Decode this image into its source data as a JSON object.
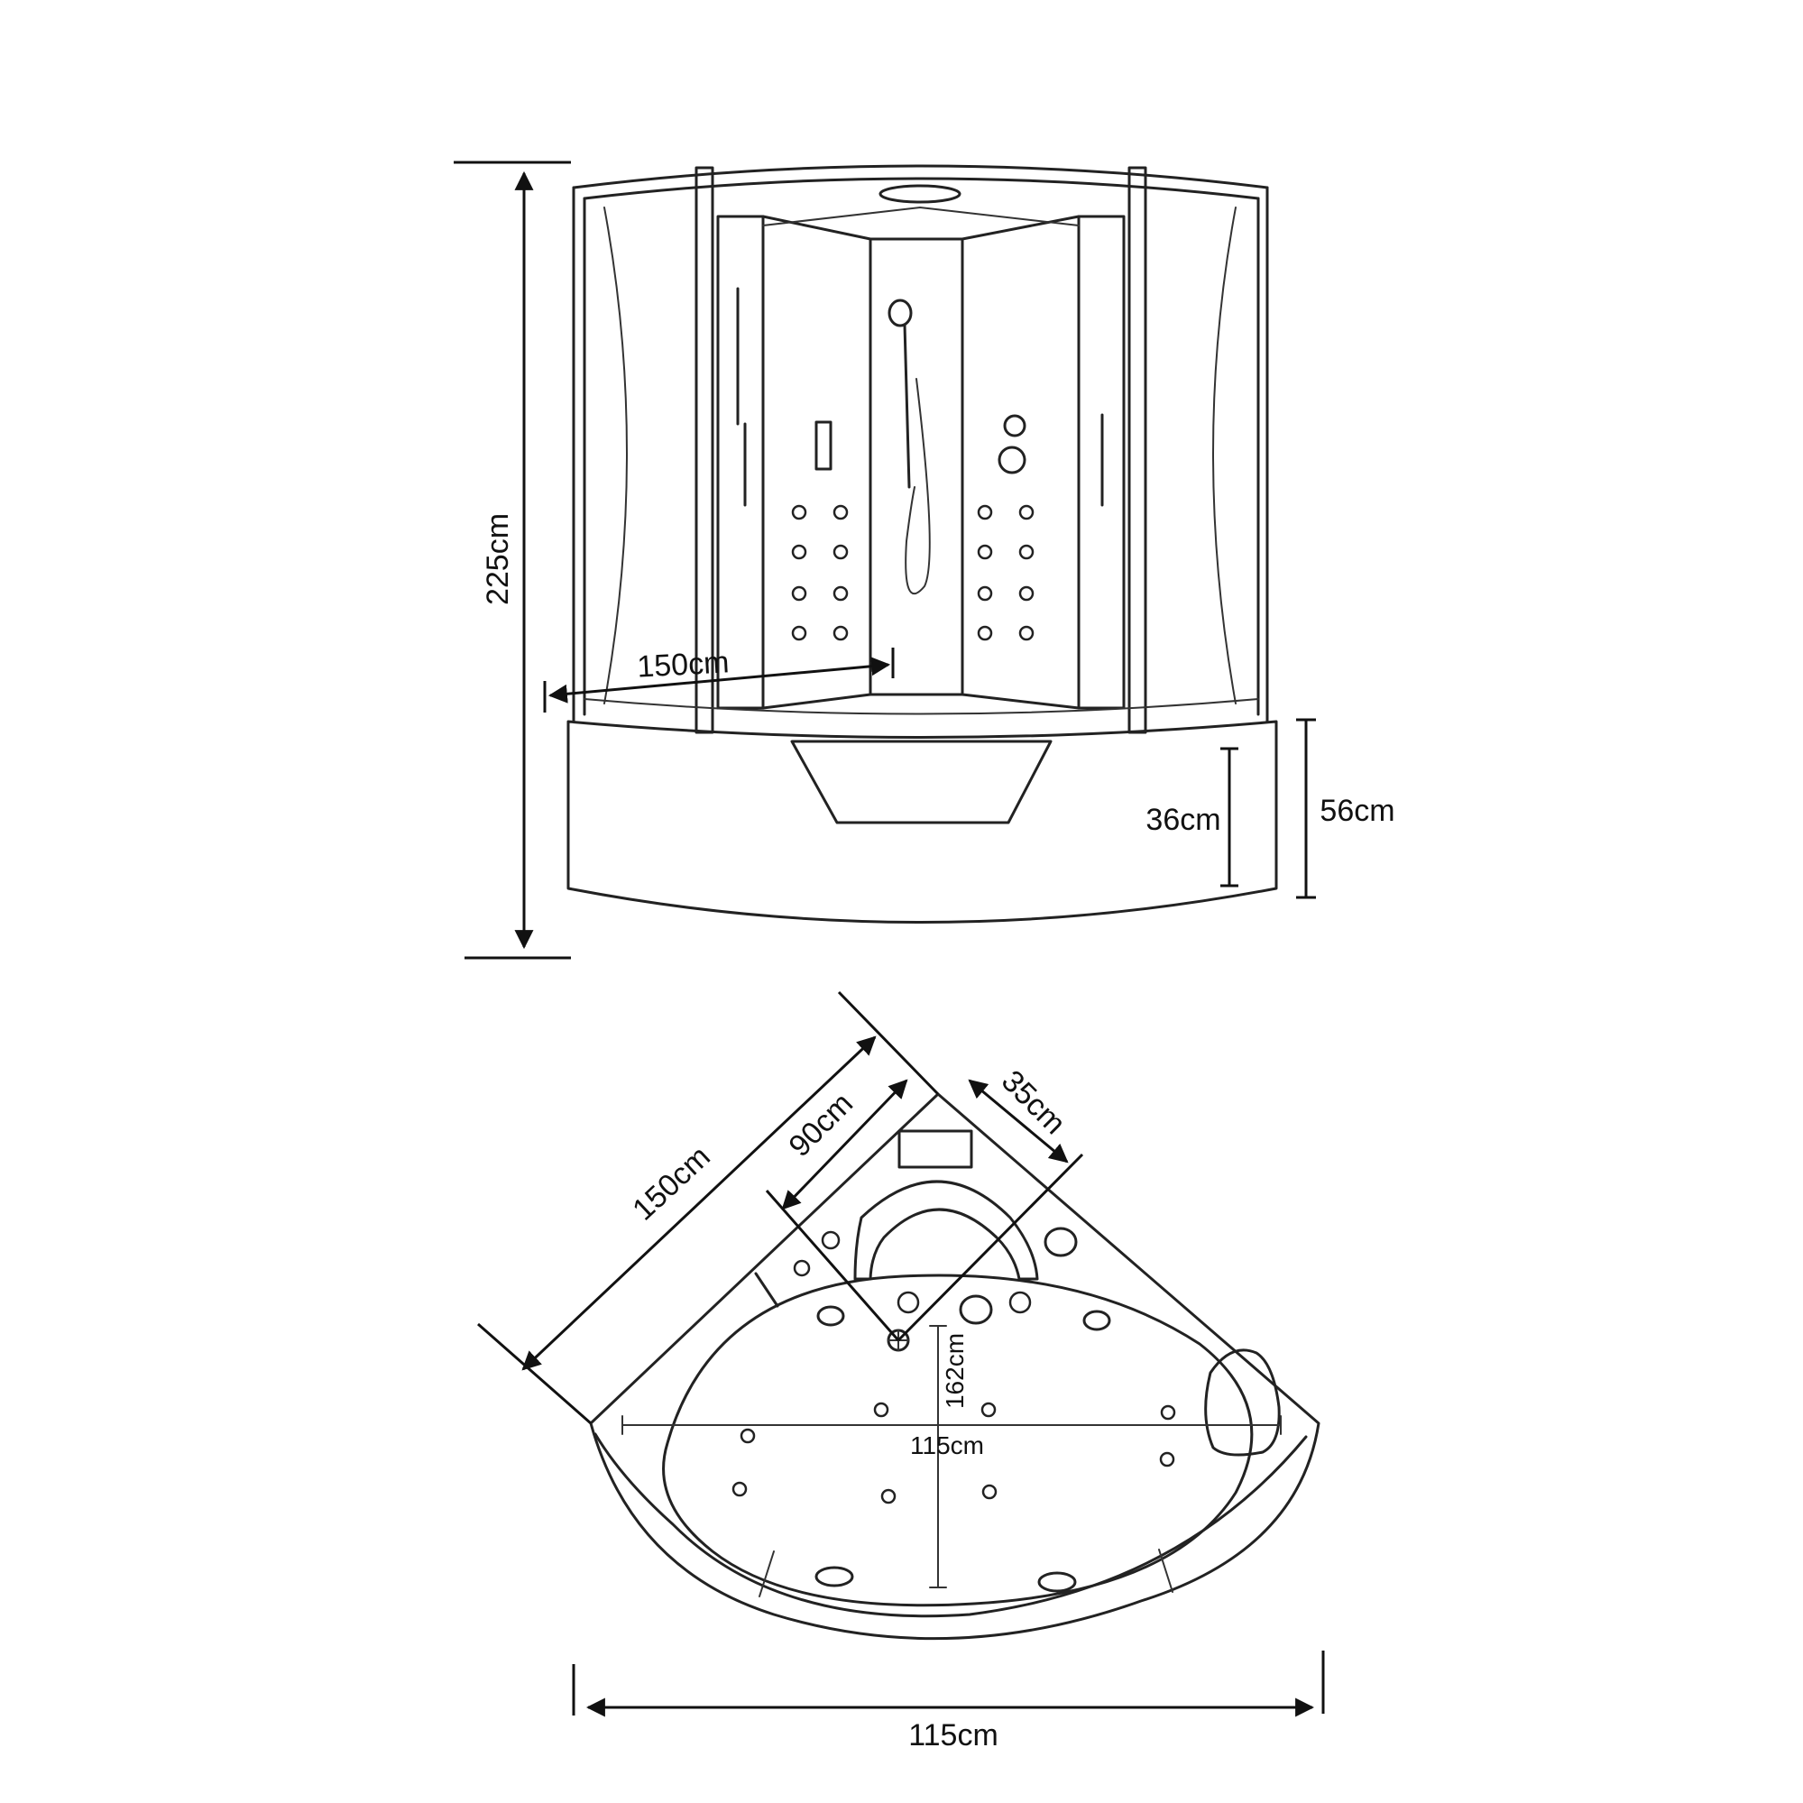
{
  "dimensions": {
    "total_height": "225cm",
    "cabin_width": "150cm",
    "base_height": "56cm",
    "panel_height": "36cm",
    "top_side_150": "150cm",
    "top_side_90": "90cm",
    "top_corner_35": "35cm",
    "tub_depth": "162cm",
    "tub_inner_width": "115cm",
    "bottom_width": "115cm"
  }
}
